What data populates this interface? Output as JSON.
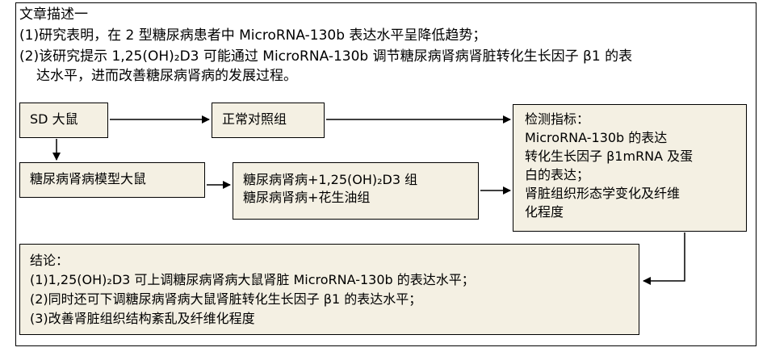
{
  "description": {
    "title": "文章描述一",
    "point1": "(1)研究表明，在 2 型糖尿病患者中 MicroRNA-130b 表达水平呈降低趋势；",
    "point2_line1": "(2)该研究提示 1,25(OH)₂D3 可能通过 MicroRNA-130b 调节糖尿病肾病肾脏转化生长因子 β1 的表",
    "point2_line2": "达水平，进而改善糖尿病肾病的发展过程。"
  },
  "flow": {
    "sd_rat": "SD 大鼠",
    "normal_control": "正常对照组",
    "model_rat": "糖尿病肾病模型大鼠",
    "groups": [
      "糖尿病肾病+1,25(OH)₂D3 组",
      "糖尿病肾病+花生油组"
    ],
    "indicators": [
      "检测指标：",
      "MicroRNA-130b 的表达",
      "转化生长因子 β1mRNA 及蛋",
      "白的表达；",
      "肾脏组织形态学变化及纤维",
      "化程度"
    ],
    "conclusion": [
      "结论：",
      "(1)1,25(OH)₂D3 可上调糖尿病肾病大鼠肾脏 MicroRNA-130b 的表达水平；",
      "(2)同时还可下调糖尿病肾病大鼠肾脏转化生长因子 β1 的表达水平；",
      "(3)改善肾脏组织结构紊乱及纤维化程度"
    ]
  },
  "colors": {
    "box_fill": "#f4f0e3",
    "border": "#000000"
  }
}
